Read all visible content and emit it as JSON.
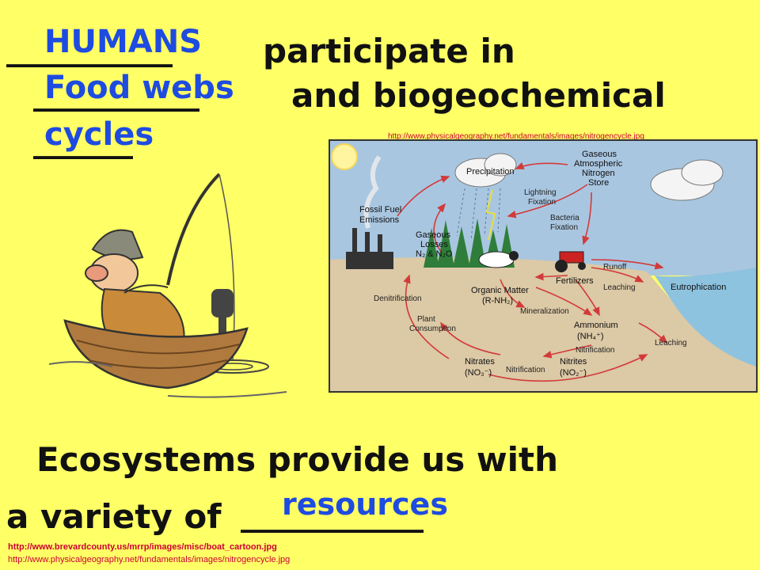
{
  "title": {
    "line1_blank": "__________",
    "line1_text": "participate in",
    "line2_blank": "__________",
    "line2_text": "and biogeochemical",
    "line3_blank": "______",
    "answer1": "HUMANS",
    "answer2": "Food webs",
    "answer3": "cycles"
  },
  "bottom": {
    "line1": "Ecosystems provide us with",
    "line2_text": "a variety of",
    "line2_blank": "___________",
    "answer": "resources"
  },
  "credits": {
    "diagram_url_top": "http://www.physicalgeography.net/fundamentals/images/nitrogencycle.jpg",
    "cartoon_url": "http://www.brevardcounty.us/mrrp/images/misc/boat_cartoon.jpg",
    "diagram_url_bottom": "http://www.physicalgeography.net/fundamentals/images/nitrogencycle.jpg"
  },
  "diagram": {
    "precipitation": "Precipitation",
    "store_1": "Gaseous",
    "store_2": "Atmospheric",
    "store_3": "Nitrogen",
    "store_4": "Store",
    "lightning_1": "Lightning",
    "lightning_2": "Fixation",
    "bacteria_1": "Bacteria",
    "bacteria_2": "Fixation",
    "fossil_1": "Fossil Fuel",
    "fossil_2": "Emissions",
    "losses_1": "Gaseous",
    "losses_2": "Losses",
    "losses_3": "N₂ & N₂O",
    "runoff": "Runoff",
    "fertilizers": "Fertilizers",
    "leaching_1": "Leaching",
    "eutrophication": "Eutrophication",
    "denitrification": "Denitrification",
    "organic_1": "Organic Matter",
    "organic_2": "(R-NH₂)",
    "mineralization": "Mineralization",
    "plant_1": "Plant",
    "plant_2": "Consumption",
    "ammonium_1": "Ammonium",
    "ammonium_2": "(NH₄⁺)",
    "nitrification_1": "Nitrification",
    "leaching_2": "Leaching",
    "nitrates_1": "Nitrates",
    "nitrates_2": "(NO₃⁻)",
    "nitrites_1": "Nitrites",
    "nitrites_2": "(NO₂⁻)",
    "nitrification_2": "Nitrification"
  },
  "colors": {
    "background": "#FFFF66",
    "answer": "#1E4BE0",
    "arrow": "#D23A3A",
    "url_red": "#CC0033"
  }
}
